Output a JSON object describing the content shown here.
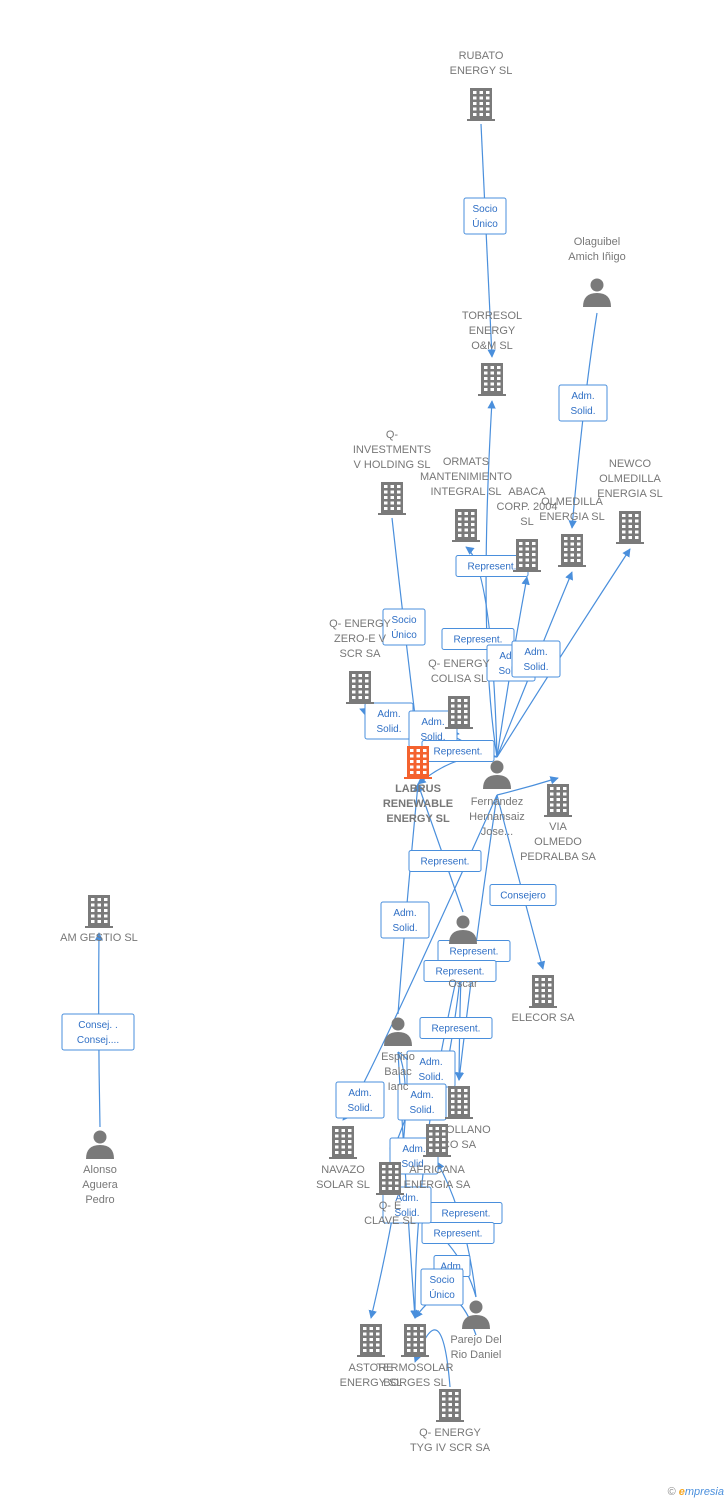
{
  "nodes": [
    {
      "id": "rubato",
      "type": "company",
      "label": [
        "RUBATO",
        "ENERGY  SL"
      ]
    },
    {
      "id": "olaguibel",
      "type": "person",
      "label": [
        "Olaguibel",
        "Amich Iñigo"
      ]
    },
    {
      "id": "torresol",
      "type": "company",
      "label": [
        "TORRESOL",
        "ENERGY",
        "O&M SL"
      ]
    },
    {
      "id": "qinvest",
      "type": "company",
      "label": [
        "Q-",
        "INVESTMENTS",
        "V HOLDING  SL"
      ]
    },
    {
      "id": "ormats",
      "type": "company",
      "label": [
        "ORMATS",
        "MANTENIMIENTO",
        "INTEGRAL SL"
      ]
    },
    {
      "id": "abaca",
      "type": "company",
      "label": [
        "ABACA",
        "CORP.  2004",
        "SL"
      ]
    },
    {
      "id": "olmedilla",
      "type": "company",
      "label": [
        "OLMEDILLA",
        "ENERGIA  SL"
      ]
    },
    {
      "id": "newco",
      "type": "company",
      "label": [
        "NEWCO",
        "OLMEDILLA",
        "ENERGIA  SL"
      ]
    },
    {
      "id": "qzero",
      "type": "company",
      "label": [
        "Q- ENERGY",
        "ZERO-E V",
        "SCR SA"
      ]
    },
    {
      "id": "qcolisa",
      "type": "company",
      "label": [
        "Q- ENERGY",
        "COLISA  SL"
      ]
    },
    {
      "id": "labrus",
      "type": "company",
      "focus": true,
      "label": [
        "LABRUS",
        "RENEWABLE",
        "ENERGY  SL"
      ]
    },
    {
      "id": "fernandez",
      "type": "person",
      "label": [
        "Fernandez",
        "Hernansaiz",
        "Jose..."
      ]
    },
    {
      "id": "via",
      "type": "company",
      "label": [
        "VIA",
        "OLMEDO",
        "PEDRALBA SA"
      ]
    },
    {
      "id": "amgestio",
      "type": "company",
      "label": [
        "AM GESTIO SL"
      ]
    },
    {
      "id": "oscar",
      "type": "person",
      "label": [
        "Oscar"
      ]
    },
    {
      "id": "elecor",
      "type": "company",
      "label": [
        "ELECOR SA"
      ]
    },
    {
      "id": "espino",
      "type": "person",
      "label": [
        "Espino",
        "Balac",
        "Ianc"
      ]
    },
    {
      "id": "alonso",
      "type": "person",
      "label": [
        "Alonso",
        "Aguera",
        "Pedro"
      ]
    },
    {
      "id": "tamollano",
      "type": "company",
      "label": [
        "T  MOLLANO",
        "  CO SA"
      ]
    },
    {
      "id": "navazo",
      "type": "company",
      "label": [
        "NAVAZO",
        "SOLAR SL"
      ]
    },
    {
      "id": "africana",
      "type": "company",
      "label": [
        "  AFRICANA",
        "ENERGIA SA"
      ]
    },
    {
      "id": "qclave",
      "type": "company",
      "label": [
        "Q- E",
        "CLAVE  SL"
      ]
    },
    {
      "id": "parejo",
      "type": "person",
      "label": [
        "Parejo Del",
        "Rio Daniel"
      ]
    },
    {
      "id": "astore",
      "type": "company",
      "label": [
        "ASTORE",
        "ENERGY SL"
      ]
    },
    {
      "id": "termosolar",
      "type": "company",
      "label": [
        "TERMOSOLAR",
        "BORGES SL"
      ]
    },
    {
      "id": "qtyg",
      "type": "company",
      "label": [
        "Q- ENERGY",
        "TYG IV SCR SA"
      ]
    }
  ],
  "edges": [
    {
      "from": "rubato",
      "to": "torresol",
      "label": [
        "Socio",
        "Único"
      ]
    },
    {
      "from": "olaguibel",
      "to": "olmedilla",
      "label": [
        "Adm.",
        "Solid."
      ]
    },
    {
      "from": "qinvest",
      "to": "labrus",
      "label": [
        "Socio",
        "Único"
      ]
    },
    {
      "from": "fernandez",
      "to": "ormats",
      "label": [
        "Represent."
      ]
    },
    {
      "from": "fernandez",
      "to": "torresol",
      "label": [
        "Represent."
      ]
    },
    {
      "from": "fernandez",
      "to": "abaca",
      "label": [
        "Adm.",
        "Solid."
      ]
    },
    {
      "from": "fernandez",
      "to": "olmedilla",
      "label": [
        "Adm.",
        "Solid."
      ]
    },
    {
      "from": "fernandez",
      "to": "newco",
      "label": []
    },
    {
      "from": "fernandez",
      "to": "qzero",
      "label": [
        "Adm.",
        "Solid."
      ]
    },
    {
      "from": "fernandez",
      "to": "qcolisa",
      "label": [
        "Adm.",
        "Solid."
      ]
    },
    {
      "from": "fernandez",
      "to": "labrus",
      "label": [
        "Represent."
      ]
    },
    {
      "from": "fernandez",
      "to": "via",
      "label": []
    },
    {
      "from": "fernandez",
      "to": "elecor",
      "label": [
        "Consejero"
      ]
    },
    {
      "from": "oscar",
      "to": "labrus",
      "label": [
        "Represent."
      ]
    },
    {
      "from": "espino",
      "to": "labrus",
      "label": [
        "Adm.",
        "Solid."
      ]
    },
    {
      "from": "alonso",
      "to": "amgestio",
      "label": [
        "Consej. .",
        "Consej...."
      ]
    },
    {
      "from": "fernandez",
      "to": "tamollano",
      "label": [
        "Represent."
      ]
    },
    {
      "from": "oscar",
      "to": "tamollano",
      "label": [
        "Represent."
      ]
    },
    {
      "from": "oscar",
      "to": "africana",
      "label": [
        "Represent."
      ]
    },
    {
      "from": "fernandez",
      "to": "navazo",
      "label": [
        "Adm.",
        "Solid."
      ]
    },
    {
      "from": "espino",
      "to": "qclave",
      "label": [
        "Adm.",
        "Solid."
      ]
    },
    {
      "from": "espino",
      "to": "astore",
      "label": [
        "Adm.",
        "Solid."
      ]
    },
    {
      "from": "oscar",
      "to": "termosolar",
      "label": [
        "Adm.",
        "Solid."
      ]
    },
    {
      "from": "parejo",
      "to": "africana",
      "label": [
        "Represent."
      ]
    },
    {
      "from": "parejo",
      "to": "qclave",
      "label": [
        "Represent."
      ]
    },
    {
      "from": "parejo",
      "to": "termosolar",
      "label": [
        "Adm."
      ]
    },
    {
      "from": "qtyg",
      "to": "termosolar",
      "label": [
        "Socio",
        "Único"
      ]
    },
    {
      "from": "espino",
      "to": "termosolar",
      "label": [
        "Adm.",
        "Solid."
      ]
    }
  ],
  "colors": {
    "edge": "#4a8fdc",
    "icon": "#7a7a7a",
    "focus_icon": "#f4622e",
    "label": "#777777"
  },
  "watermark": {
    "symbol": "©",
    "brand_e": "e",
    "brand_rest": "mpresia"
  }
}
